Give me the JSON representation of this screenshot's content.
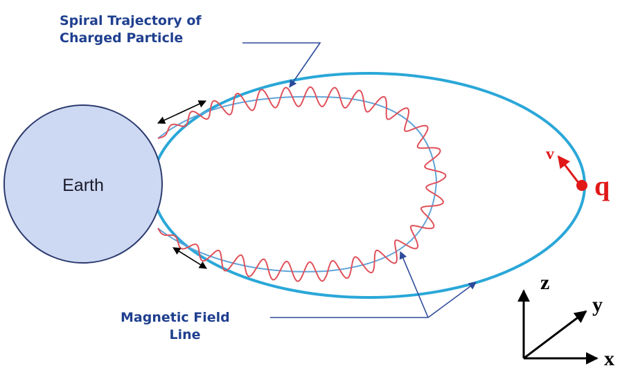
{
  "labels": {
    "spiral_line1": "Spiral Trajectory of",
    "spiral_line2": "Charged Particle",
    "earth": "Earth",
    "field_line1": "Magnetic Field",
    "field_line2": "Line",
    "velocity": "v",
    "charge": "q",
    "axis_x": "x",
    "axis_y": "y",
    "axis_z": "z"
  },
  "colors": {
    "earth_fill": "#cdd9f2",
    "earth_stroke": "#2c3a6e",
    "field_line": "#2aa7d8",
    "inner_field_line": "#5fa4d8",
    "spiral": "#e0505a",
    "label_blue": "#1f3f8f",
    "pointer": "#2b4a9a",
    "charge": "#e01818",
    "axes": "#000000"
  }
}
